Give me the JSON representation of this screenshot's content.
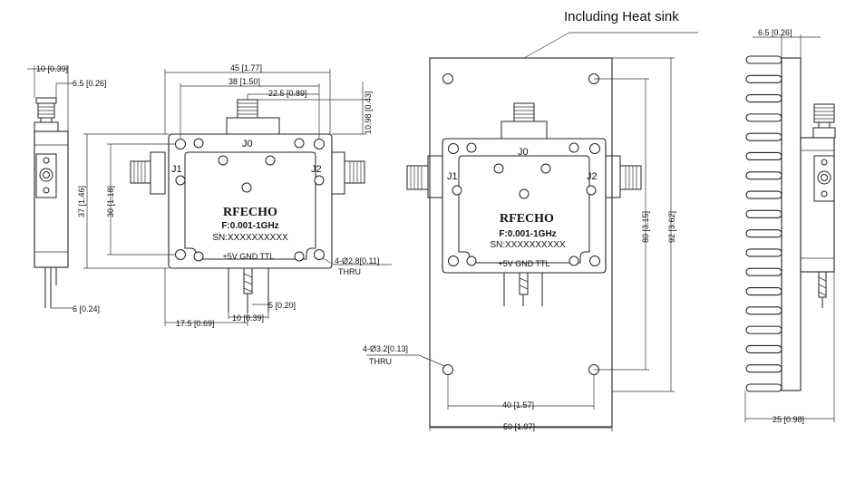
{
  "title": "Including Heat sink",
  "module": {
    "brand": "RFECHO",
    "frequency": "F:0.001-1GHz",
    "serial": "SN:XXXXXXXXXX",
    "pins": "+5V  GND  TTL",
    "port_top": "J0",
    "port_left": "J1",
    "port_right": "J2"
  },
  "heatsink_module": {
    "brand": "RFECHO",
    "frequency": "F:0.001-1GHz",
    "serial": "SN:XXXXXXXXXX",
    "pins": "+5V  GND  TTL",
    "port_top": "J0",
    "port_left": "J1",
    "port_right": "J2"
  },
  "dimensions": {
    "side_width": "10 [0.39]",
    "side_connector": "6.5 [0.26]",
    "side_pin": "6 [0.24]",
    "top_width": "45 [1.77]",
    "top_hole_spacing": "38 [1.50]",
    "top_connector_offset": "22.5 [0.89]",
    "top_connector_height": "10.98 [0.43]",
    "height": "37 [1.46]",
    "hole_vertical": "30 [1.18]",
    "mount_holes": "4-Ø2.8[0.11]",
    "mount_holes_thru": "THRU",
    "pin_offset": "17.5 [0.69]",
    "pin_pitch": "10 [0.39]",
    "pin_spacing": "5 [0.20]",
    "hs_holes": "4-Ø3.2[0.13]",
    "hs_holes_thru": "THRU",
    "hs_hole_horizontal": "40 [1.57]",
    "hs_width": "50 [1.97]",
    "hs_hole_vertical": "80 [3.15]",
    "hs_height": "92 [3.62]",
    "fin_offset": "6.5 [0.26]",
    "hs_depth": "25 [0.98]"
  }
}
